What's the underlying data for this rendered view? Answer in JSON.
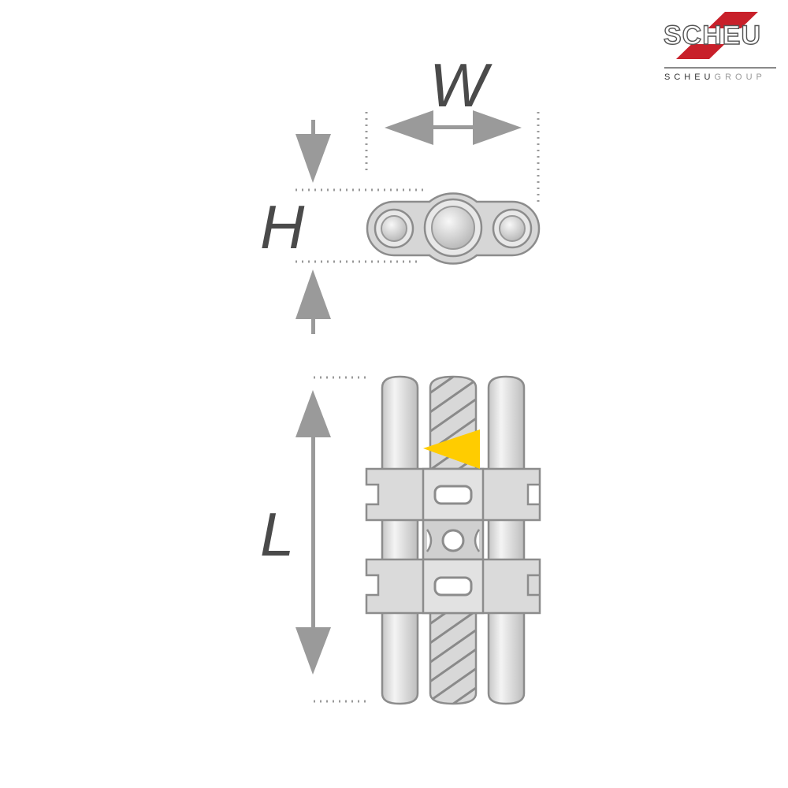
{
  "logo": {
    "brand": "SCHEU",
    "group_prefix": "SCHEU",
    "group_suffix": "GROUP",
    "accent": "#c8202a"
  },
  "dimensions": {
    "width_label": "W",
    "height_label": "H",
    "length_label": "L"
  },
  "colors": {
    "arrow": "#9a9a9a",
    "metal": "#d2d2d2",
    "indicator": "#ffcc00"
  }
}
